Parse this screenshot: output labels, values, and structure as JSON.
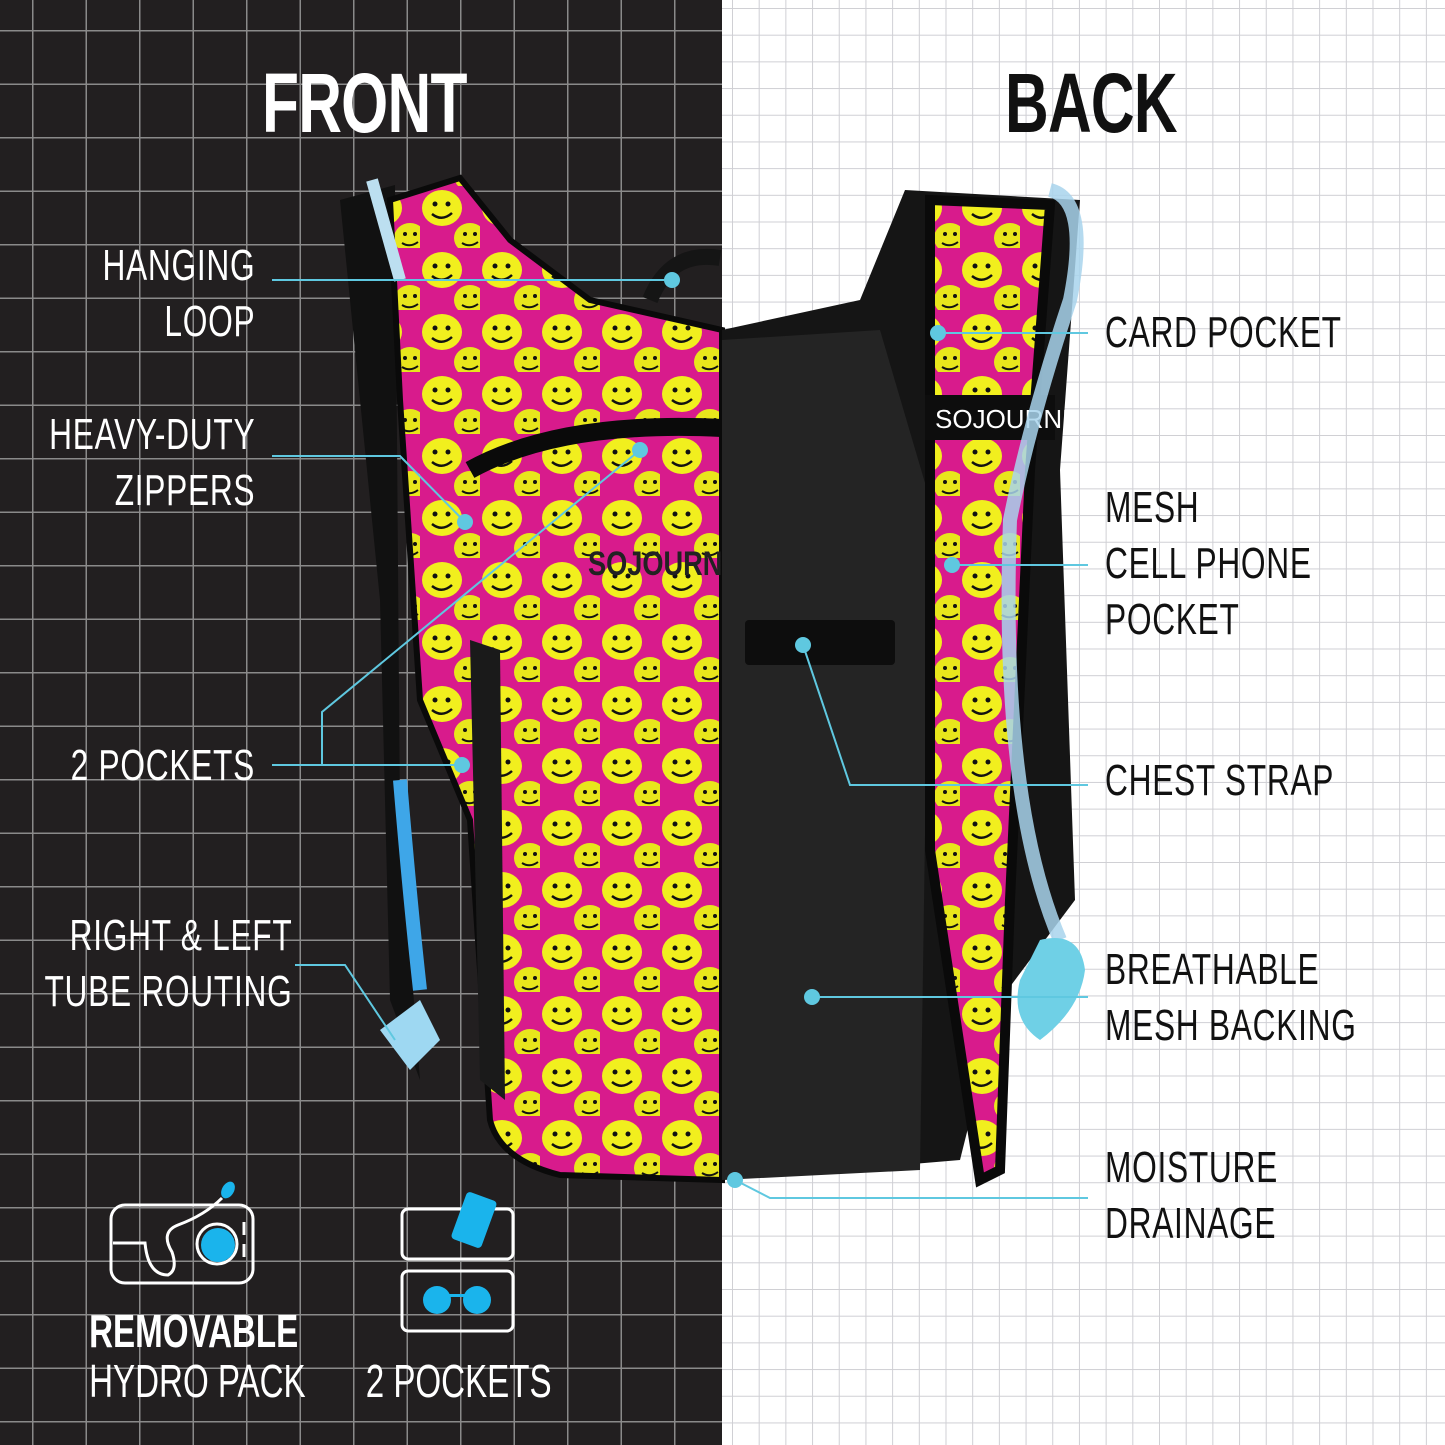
{
  "titles": {
    "front": "FRONT",
    "back": "BACK"
  },
  "front_labels": [
    {
      "lines": [
        "HANGING",
        "LOOP"
      ]
    },
    {
      "lines": [
        "HEAVY-DUTY",
        "ZIPPERS"
      ]
    },
    {
      "lines": [
        "2 POCKETS"
      ]
    },
    {
      "lines": [
        "RIGHT & LEFT",
        "TUBE ROUTING"
      ]
    }
  ],
  "back_labels": [
    {
      "lines": [
        "CARD POCKET"
      ]
    },
    {
      "lines": [
        "MESH",
        "CELL PHONE",
        "POCKET"
      ]
    },
    {
      "lines": [
        "CHEST STRAP"
      ]
    },
    {
      "lines": [
        "BREATHABLE",
        "MESH BACKING"
      ]
    },
    {
      "lines": [
        "MOISTURE",
        "DRAINAGE"
      ]
    }
  ],
  "features": [
    {
      "bold": "REMOVABLE",
      "text": "HYDRO PACK",
      "icon": "hydration-bladder-icon"
    },
    {
      "text": "2 POCKETS",
      "icon": "phone-and-sunglasses-pockets-icon"
    }
  ],
  "brand": "SOJOURNER",
  "colors": {
    "accent": "#1ab4ec",
    "callout": "#5fc8e0",
    "pattern_pink": "#d81b8c",
    "pattern_yellow": "#f1ef1e",
    "dark_bg": "#221f20"
  }
}
